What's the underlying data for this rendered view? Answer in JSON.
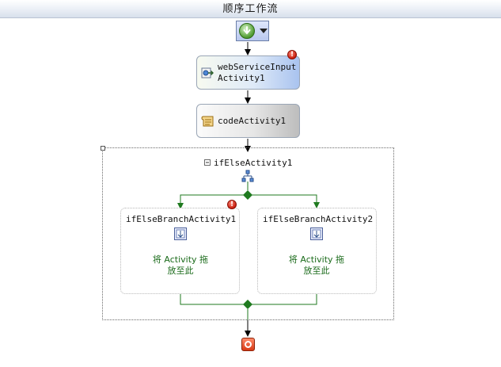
{
  "title": "顺序工作流",
  "activities": {
    "webservice": {
      "label": "webServiceInput\nActivity1",
      "has_error": true
    },
    "code": {
      "label": "codeActivity1",
      "has_error": false
    }
  },
  "ifelse": {
    "label": "ifElseActivity1",
    "branches": [
      {
        "label": "ifElseBranchActivity1",
        "drop_text": "将 Activity 拖\n放至此",
        "has_error": true
      },
      {
        "label": "ifElseBranchActivity2",
        "drop_text": "将 Activity 拖\n放至此",
        "has_error": false
      }
    ]
  },
  "error_glyph": "!",
  "colors": {
    "connector_green": "#1f7a1f",
    "error_red": "#c81e0e",
    "activity_blue": "#a9c3ef"
  },
  "icons": [
    "start-arrow-icon",
    "dropdown-arrow-icon",
    "webservice-input-icon",
    "code-scroll-icon",
    "ifelse-icon",
    "branch-icon",
    "error-icon",
    "end-icon"
  ]
}
